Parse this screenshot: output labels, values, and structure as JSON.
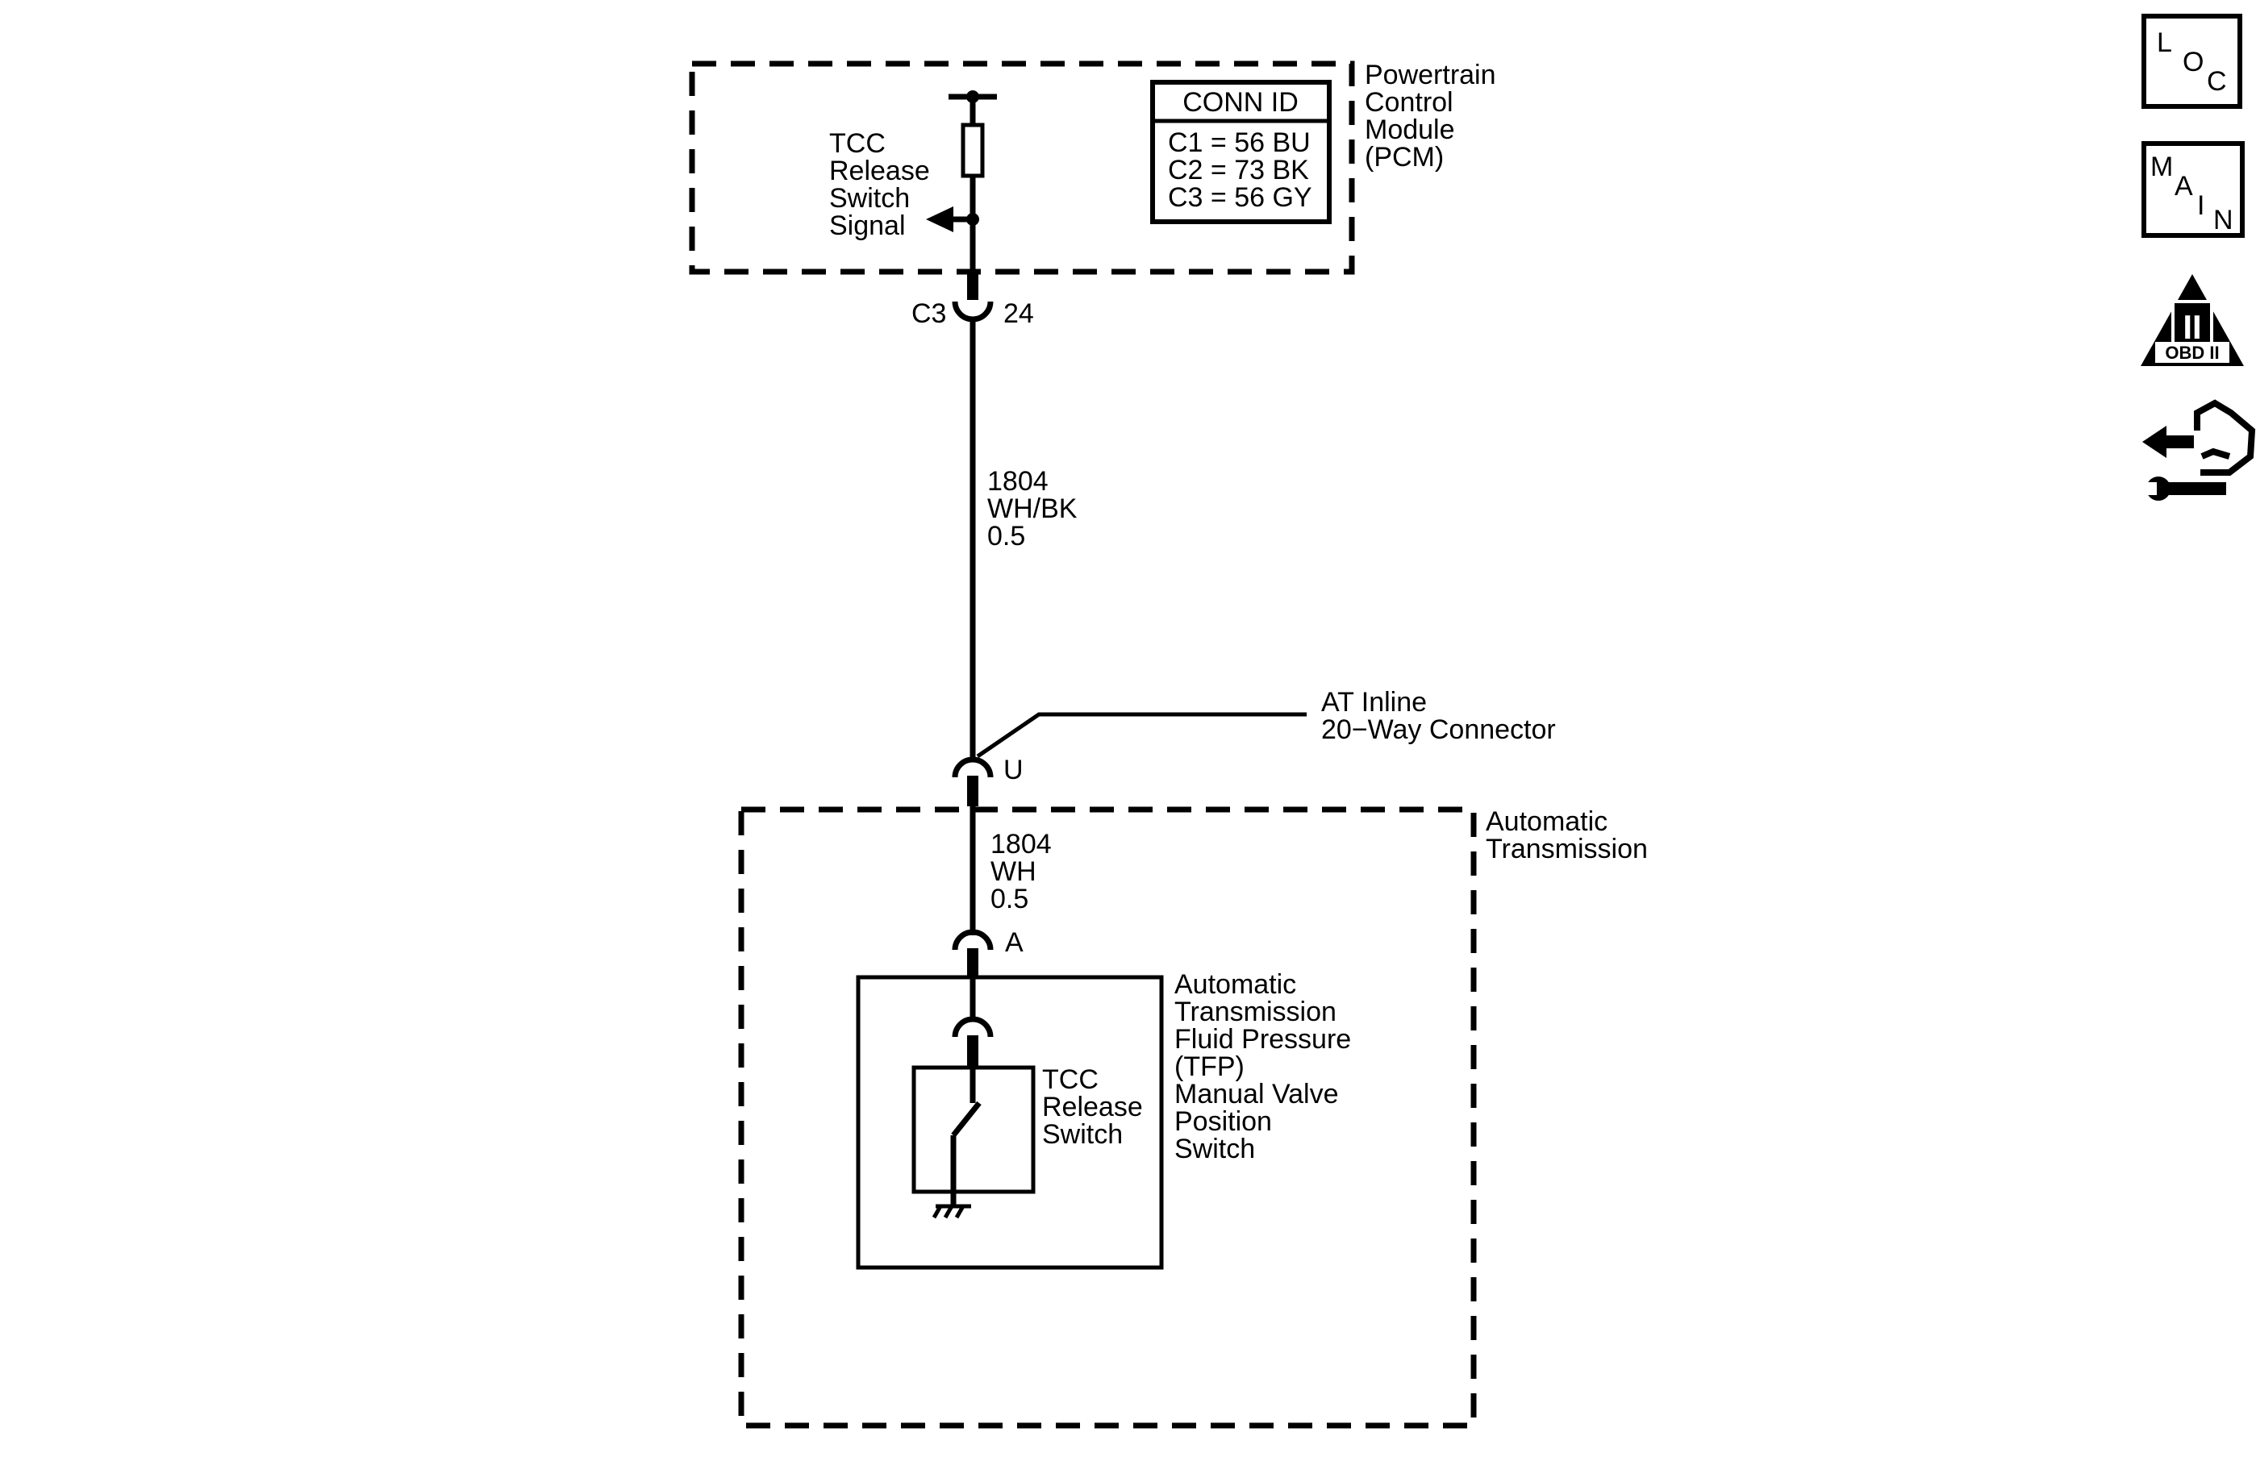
{
  "pcm": {
    "name_lines": [
      "Powertrain",
      "Control",
      "Module",
      "(PCM)"
    ],
    "signal_lines": [
      "TCC",
      "Release",
      "Switch",
      "Signal"
    ],
    "conn_id": {
      "header": "CONN ID",
      "rows": [
        "C1 = 56 BU",
        "C2 = 73 BK",
        "C3 = 56 GY"
      ]
    }
  },
  "connector_c3": {
    "id": "C3",
    "pin": "24"
  },
  "wire_upper": {
    "circuit": "1804",
    "color": "WH/BK",
    "size": "0.5"
  },
  "inline_connector": {
    "name_lines": [
      "AT Inline",
      "20−Way Connector"
    ],
    "pin": "U"
  },
  "transmission": {
    "name_lines": [
      "Automatic",
      "Transmission"
    ],
    "wire": {
      "circuit": "1804",
      "color": "WH",
      "size": "0.5"
    },
    "pin": "A",
    "tfp_switch_lines": [
      "Automatic",
      "Transmission",
      "Fluid Pressure",
      "(TFP)",
      "Manual Valve",
      "Position",
      "Switch"
    ],
    "tcc_switch_lines": [
      "TCC",
      "Release",
      "Switch"
    ]
  },
  "side_icons": {
    "loc": {
      "icon": "loc-icon",
      "letters": [
        "L",
        "O",
        "C"
      ]
    },
    "main": {
      "icon": "main-icon",
      "letters": [
        "M",
        "A",
        "I",
        "N"
      ]
    },
    "obd": {
      "icon": "obd-ii-icon",
      "numeral": "II",
      "label": "OBD II"
    },
    "nav": {
      "icon": "navigation-arrows-icon"
    }
  }
}
